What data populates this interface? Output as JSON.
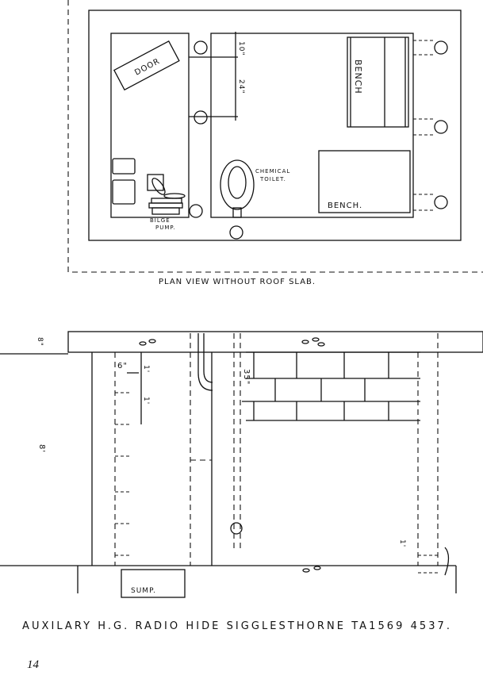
{
  "plan": {
    "caption": "PLAN VIEW WITHOUT ROOF SLAB.",
    "door": "DOOR",
    "bench_vertical": "BENCH",
    "bench_horizontal": "BENCH.",
    "toilet": [
      "CHEMICAL",
      "TOILET."
    ],
    "pump": [
      "BILGE",
      "PUMP."
    ],
    "dim_top": "10\"",
    "dim_mid": "24\""
  },
  "elevation": {
    "slab_thickness": "8\"",
    "wall_height": "8'",
    "step_width": "6\"",
    "step_a": "1'",
    "step_b": "1'",
    "pipe": "35\"",
    "right_dim": "1'",
    "sump": "SUMP."
  },
  "title": "AUXILARY H.G. RADIO HIDE  SIGGLESTHORNE   TA1569 4537.",
  "page_number": "14"
}
